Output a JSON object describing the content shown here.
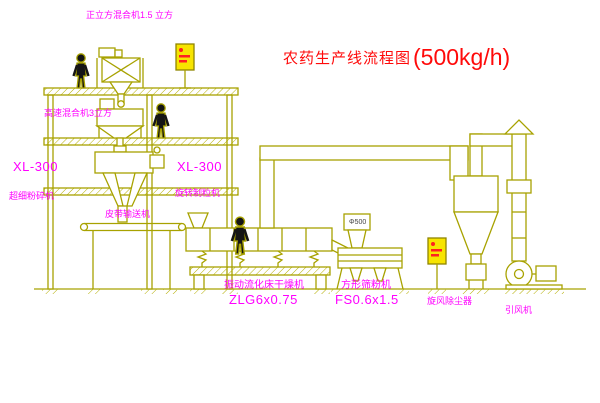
{
  "title": {
    "name": "农药生产线流程图",
    "capacity": "(500kg/h)"
  },
  "labels": {
    "cubic_mixer": "正立方混合机1.5 立方",
    "high_speed_mixer": "高速混合机3立方",
    "pulverizer_model": "XL-300",
    "pulverizer_name": "超细粉碎机",
    "granulator_model": "XL-300",
    "granulator_name": "旋转制粒机",
    "belt_conveyor": "皮带输送机",
    "dryer_name": "振动流化床干燥机",
    "dryer_model": "ZLG6x0.75",
    "sifter_name": "方形筛粉机",
    "sifter_model": "FS0.6x1.5",
    "sifter_feed_size": "Φ500",
    "cyclone": "旋风除尘器",
    "fan": "引风机"
  },
  "colors": {
    "drawing_line": "#a8a200",
    "label_text": "#ff00ff",
    "title_text": "#ff0a0a",
    "cabinet_fill": "#f7e400",
    "indicator": "#ff2020"
  }
}
